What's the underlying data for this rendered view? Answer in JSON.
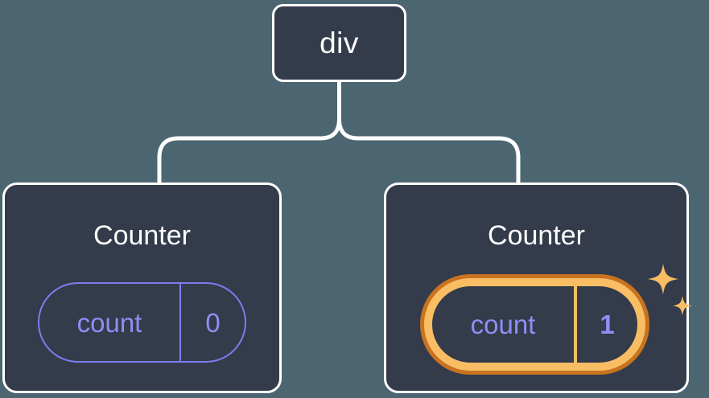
{
  "diagram": {
    "type": "component-tree",
    "background_color": "#4c6671",
    "node_fill_color": "#343b4a",
    "node_border_color": "#ffffff",
    "connector_color": "#ffffff",
    "state_color": "#8d8ff5",
    "highlight_color_outer": "#c87320",
    "highlight_color_inner": "#f9be64",
    "sparkle_color": "#f9be64"
  },
  "root": {
    "label": "div"
  },
  "children": [
    {
      "title": "Counter",
      "highlighted": false,
      "state": {
        "key": "count",
        "value": "0"
      }
    },
    {
      "title": "Counter",
      "highlighted": true,
      "state": {
        "key": "count",
        "value": "1"
      },
      "sparkle_icons": [
        "sparkle-large",
        "sparkle-small"
      ]
    }
  ]
}
